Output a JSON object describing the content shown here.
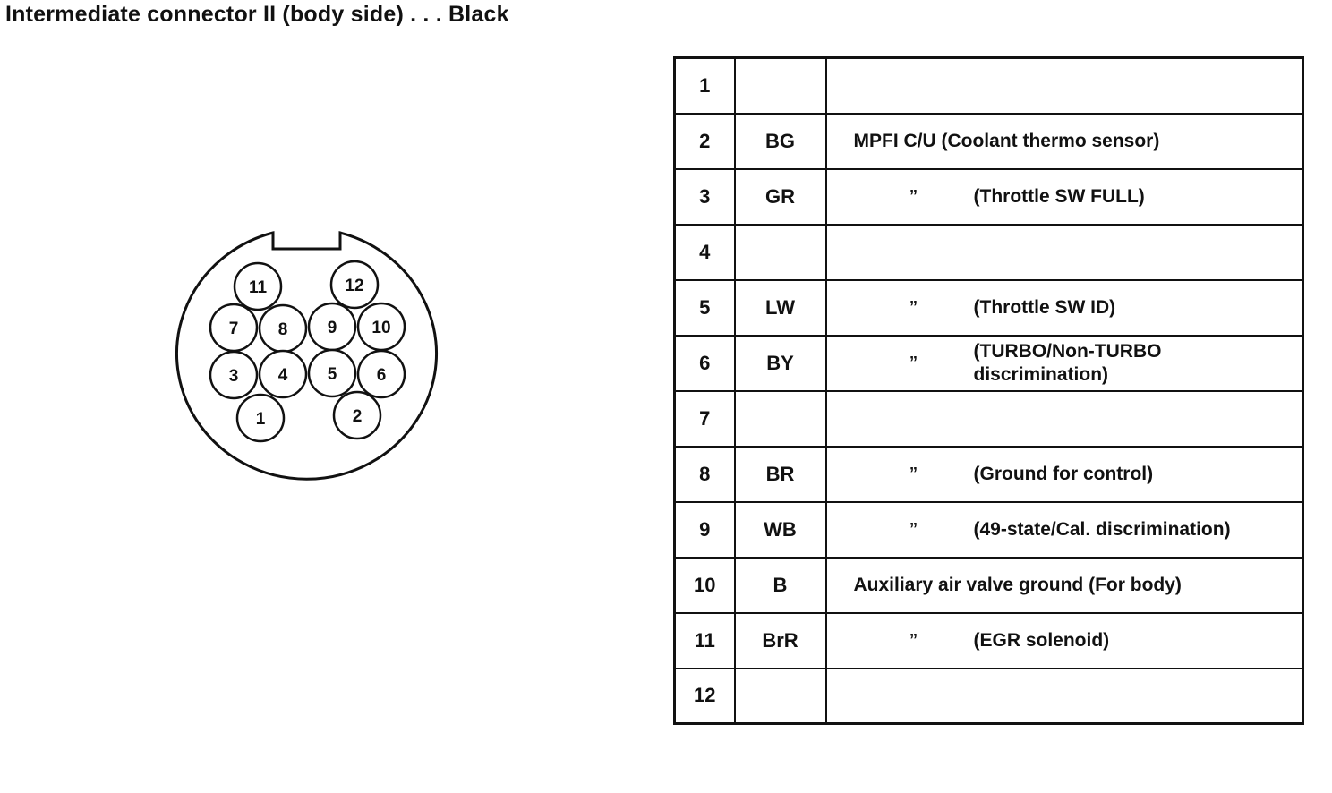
{
  "title": "Intermediate connector II (body side) . . . Black",
  "connector": {
    "pins": [
      "11",
      "12",
      "7",
      "8",
      "9",
      "10",
      "3",
      "4",
      "5",
      "6",
      "1",
      "2"
    ]
  },
  "table": {
    "rows": [
      {
        "num": "1",
        "color": "",
        "ditto": "",
        "detail": ""
      },
      {
        "num": "2",
        "color": "BG",
        "ditto": "",
        "detail": "MPFI C/U (Coolant thermo sensor)"
      },
      {
        "num": "3",
        "color": "GR",
        "ditto": "”",
        "detail": "(Throttle SW FULL)"
      },
      {
        "num": "4",
        "color": "",
        "ditto": "",
        "detail": ""
      },
      {
        "num": "5",
        "color": "LW",
        "ditto": "”",
        "detail": "(Throttle SW ID)"
      },
      {
        "num": "6",
        "color": "BY",
        "ditto": "”",
        "detail": "(TURBO/Non-TURBO discrimination)"
      },
      {
        "num": "7",
        "color": "",
        "ditto": "",
        "detail": ""
      },
      {
        "num": "8",
        "color": "BR",
        "ditto": "”",
        "detail": "(Ground for control)"
      },
      {
        "num": "9",
        "color": "WB",
        "ditto": "”",
        "detail": "(49-state/Cal. discrimination)"
      },
      {
        "num": "10",
        "color": "B",
        "ditto": "",
        "detail": "Auxiliary air valve ground (For body)"
      },
      {
        "num": "11",
        "color": "BrR",
        "ditto": "”",
        "detail": "(EGR solenoid)"
      },
      {
        "num": "12",
        "color": "",
        "ditto": "",
        "detail": ""
      }
    ]
  }
}
